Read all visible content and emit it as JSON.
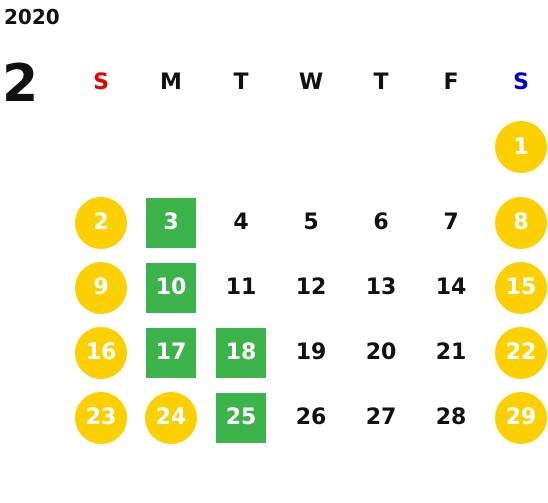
{
  "calendar": {
    "year": "2020",
    "month": "2",
    "weekdays": [
      "S",
      "M",
      "T",
      "W",
      "T",
      "F",
      "S"
    ],
    "colors": {
      "holiday": "#fcd000",
      "event": "#3cb34a",
      "sunday_header": "#ee0000",
      "saturday_header": "#0000cc"
    },
    "weeks": [
      [
        {
          "day": ""
        },
        {
          "day": ""
        },
        {
          "day": ""
        },
        {
          "day": ""
        },
        {
          "day": ""
        },
        {
          "day": ""
        },
        {
          "day": "1",
          "kind": "holiday"
        }
      ],
      [
        {
          "day": "2",
          "kind": "holiday"
        },
        {
          "day": "3",
          "kind": "event"
        },
        {
          "day": "4",
          "kind": "normal"
        },
        {
          "day": "5",
          "kind": "normal"
        },
        {
          "day": "6",
          "kind": "normal"
        },
        {
          "day": "7",
          "kind": "normal"
        },
        {
          "day": "8",
          "kind": "holiday"
        }
      ],
      [
        {
          "day": "9",
          "kind": "holiday"
        },
        {
          "day": "10",
          "kind": "event"
        },
        {
          "day": "11",
          "kind": "normal"
        },
        {
          "day": "12",
          "kind": "normal"
        },
        {
          "day": "13",
          "kind": "normal"
        },
        {
          "day": "14",
          "kind": "normal"
        },
        {
          "day": "15",
          "kind": "holiday"
        }
      ],
      [
        {
          "day": "16",
          "kind": "holiday"
        },
        {
          "day": "17",
          "kind": "event"
        },
        {
          "day": "18",
          "kind": "event"
        },
        {
          "day": "19",
          "kind": "normal"
        },
        {
          "day": "20",
          "kind": "normal"
        },
        {
          "day": "21",
          "kind": "normal"
        },
        {
          "day": "22",
          "kind": "holiday"
        }
      ],
      [
        {
          "day": "23",
          "kind": "holiday"
        },
        {
          "day": "24",
          "kind": "holiday"
        },
        {
          "day": "25",
          "kind": "event"
        },
        {
          "day": "26",
          "kind": "normal"
        },
        {
          "day": "27",
          "kind": "normal"
        },
        {
          "day": "28",
          "kind": "normal"
        },
        {
          "day": "29",
          "kind": "holiday"
        }
      ]
    ]
  }
}
